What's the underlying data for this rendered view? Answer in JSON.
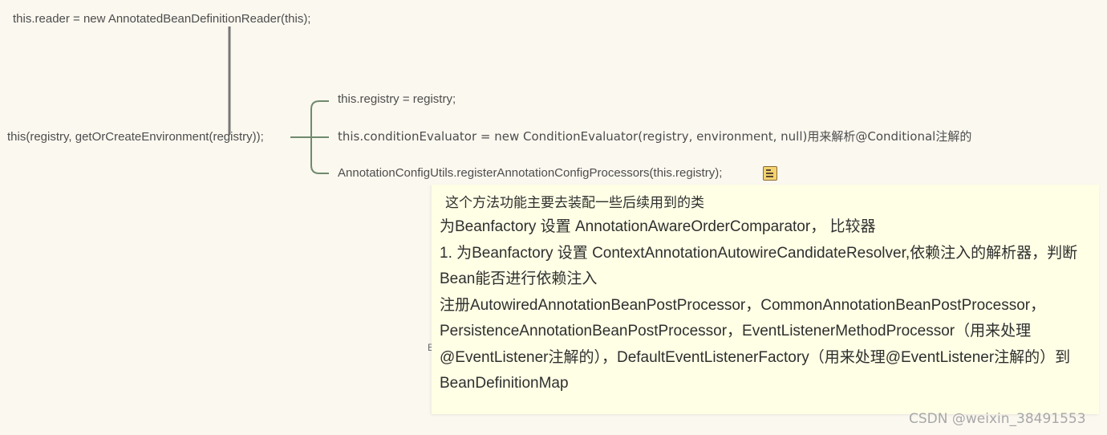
{
  "mindmap": {
    "reader_node": "this.reader = new AnnotatedBeanDefinitionReader(this);",
    "root_node": "this(registry, getOrCreateEnvironment(registry));",
    "children": [
      "this.registry = registry;",
      "this.conditionEvaluator = new ConditionEvaluator(registry, environment, null)用来解析@Conditional注解的",
      "AnnotationConfigUtils.registerAnnotationConfigProcessors(this.registry);"
    ],
    "note_icon": "note-icon",
    "stray_char": "E"
  },
  "note": {
    "lines": [
      "这个方法功能主要去装配一些后续用到的类",
      "为Beanfactory 设置 AnnotationAwareOrderComparator， 比较器",
      "1. 为Beanfactory 设置 ContextAnnotationAutowireCandidateResolver,依赖注入的解析器，判断Bean能否进行依赖注入",
      "注册AutowiredAnnotationBeanPostProcessor，CommonAnnotationBeanPostProcessor，PersistenceAnnotationBeanPostProcessor，EventListenerMethodProcessor（用来处理@EventListener注解的），DefaultEventListenerFactory（用来处理@EventListener注解的）到BeanDefinitionMap"
    ]
  },
  "watermark": "CSDN @weixin_38491553",
  "colors": {
    "background": "#fbf8ef",
    "connector": "#6f8a6d",
    "vertical_line": "#777777",
    "note_background": "#ffffe6"
  }
}
